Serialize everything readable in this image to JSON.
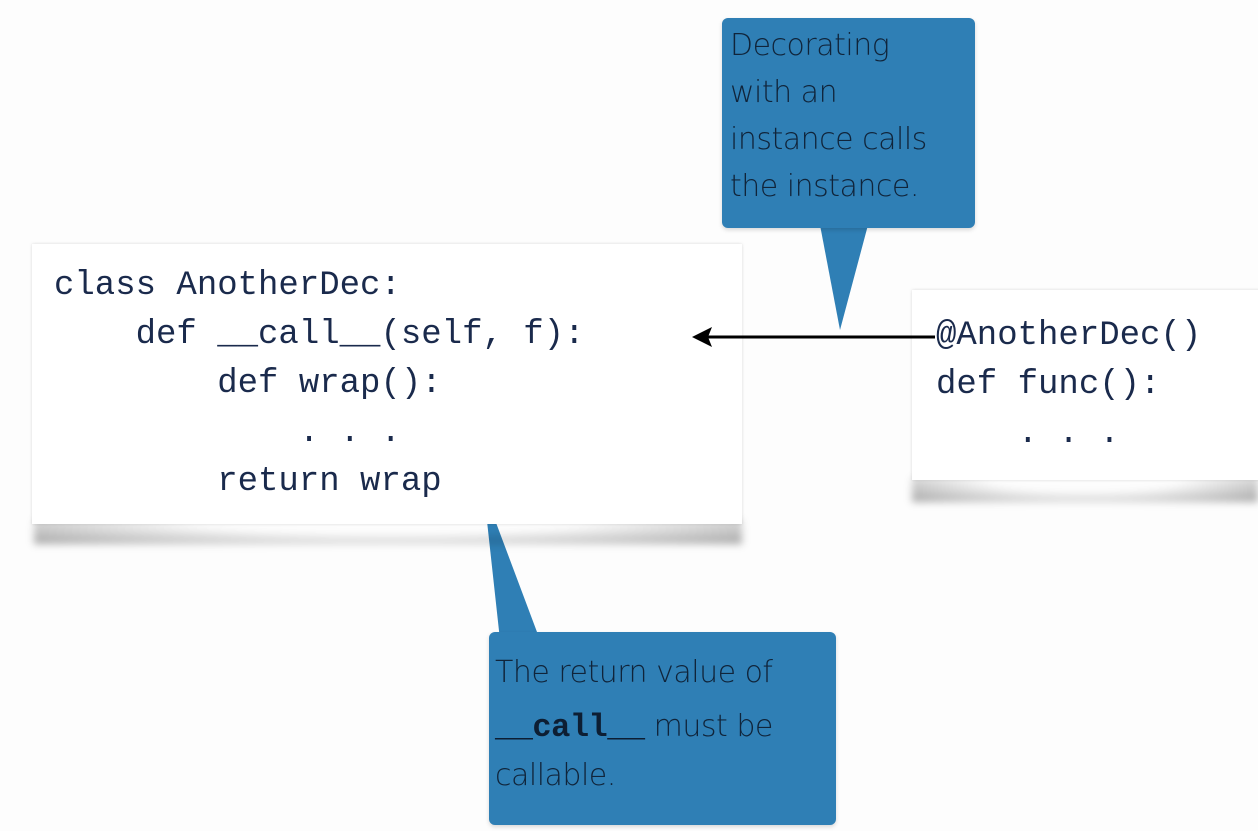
{
  "slide": {
    "background_color": "#fdfdfd",
    "accent_color": "#2f7fb5"
  },
  "class_code_card": {
    "lines": [
      "class AnotherDec:",
      "    def __call__(self, f):",
      "        def wrap():",
      "            . . .",
      "        return wrap"
    ]
  },
  "usage_code_card": {
    "lines": [
      "@AnotherDec()",
      "def func():",
      "    . . ."
    ]
  },
  "callout_top": {
    "lines": [
      "Decorating",
      "with an",
      "instance calls",
      "the instance."
    ]
  },
  "callout_bottom": {
    "line1": "The return value of",
    "code_word": "__call__",
    "line2_rest": " must be",
    "line3": "callable."
  },
  "arrow": {
    "from": "@AnotherDec()",
    "to": "__call__(self, f)",
    "color": "#000000"
  }
}
